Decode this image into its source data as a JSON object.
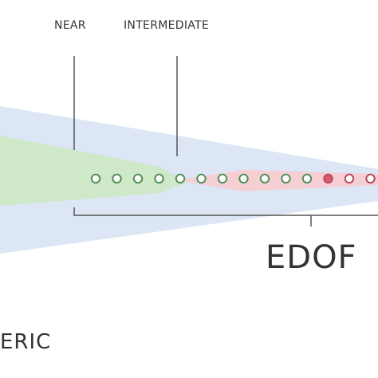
{
  "labels": {
    "near": "NEAR",
    "intermediate": "INTERMEDIATE",
    "edof": "EDOF",
    "eric": "ERIC"
  },
  "colors": {
    "background": "#ffffff",
    "outer_cone": "#dce6f5",
    "green_zone": "#cfe8c8",
    "pink_zone": "#f6cfd4",
    "text": "#333333",
    "lines": "#555555"
  },
  "focus_points": {
    "count": 14,
    "colors": [
      "#4f8f56",
      "#4f8f56",
      "#4f8f56",
      "#4f8f56",
      "#4f8f56",
      "#4f8f56",
      "#4f8f56",
      "#4f8f56",
      "#4f8f56",
      "#4f8f56",
      "#4f8f56",
      "#b24a5a",
      "#b24a5a",
      "#b24a5a"
    ],
    "centers": [
      "#ffffff",
      "#ffffff",
      "#ffffff",
      "#ffffff",
      "#ffffff",
      "#ffffff",
      "#ffffff",
      "#ffffff",
      "#ffffff",
      "#ffffff",
      "#ffffff",
      "#e05a6c",
      "#ffffff",
      "#ffffff"
    ]
  }
}
